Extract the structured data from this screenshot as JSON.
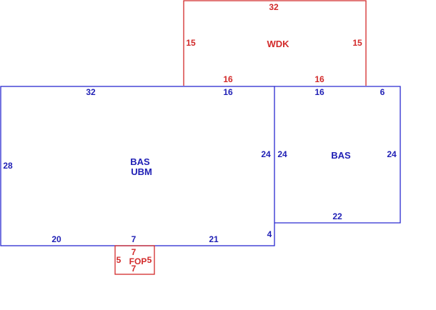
{
  "colors": {
    "main_structure": "#2a2ad0",
    "addition": "#d22a2a",
    "background": "#ffffff"
  },
  "areas": {
    "main": {
      "code_1": "BAS",
      "code_2": "UBM"
    },
    "right": {
      "code": "BAS"
    },
    "deck": {
      "code": "WDK"
    },
    "porch": {
      "code": "FOP"
    }
  },
  "dims": {
    "main_top_left": "32",
    "main_top_right": "16",
    "main_left": "28",
    "main_right": "24",
    "main_bottom_left": "20",
    "main_bottom_mid": "7",
    "main_bottom_right": "21",
    "main_step": "4",
    "right_top_left": "16",
    "right_top_right": "6",
    "right_left": "24",
    "right_right": "24",
    "right_bottom": "22",
    "deck_top": "32",
    "deck_left": "15",
    "deck_right": "15",
    "deck_bottom_left": "16",
    "deck_bottom_right": "16",
    "porch_top": "7",
    "porch_bottom": "7",
    "porch_left": "5",
    "porch_right": "5"
  }
}
